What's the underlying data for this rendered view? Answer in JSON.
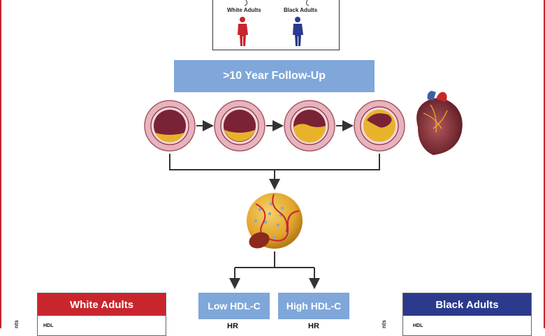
{
  "top": {
    "white_label": "White Adults",
    "black_label": "Black Adults"
  },
  "followup_label": ">10 Year Follow-Up",
  "groups": {
    "white": {
      "title": "White Adults",
      "hdl": "HDL"
    },
    "black": {
      "title": "Black Adults",
      "hdl": "HDL"
    },
    "side_text": "nts"
  },
  "hdl_boxes": {
    "low": "Low HDL-C",
    "high": "High HDL-C",
    "hr_low": "HR",
    "hr_high": "HR"
  },
  "colors": {
    "frame": "#c8262d",
    "banner": "#7fa7d9",
    "white_group": "#c8262d",
    "black_group": "#2b3a8c",
    "plaque": "#e8b32a",
    "artery_wall": "#e7b3bd",
    "lumen": "#7b2336"
  }
}
